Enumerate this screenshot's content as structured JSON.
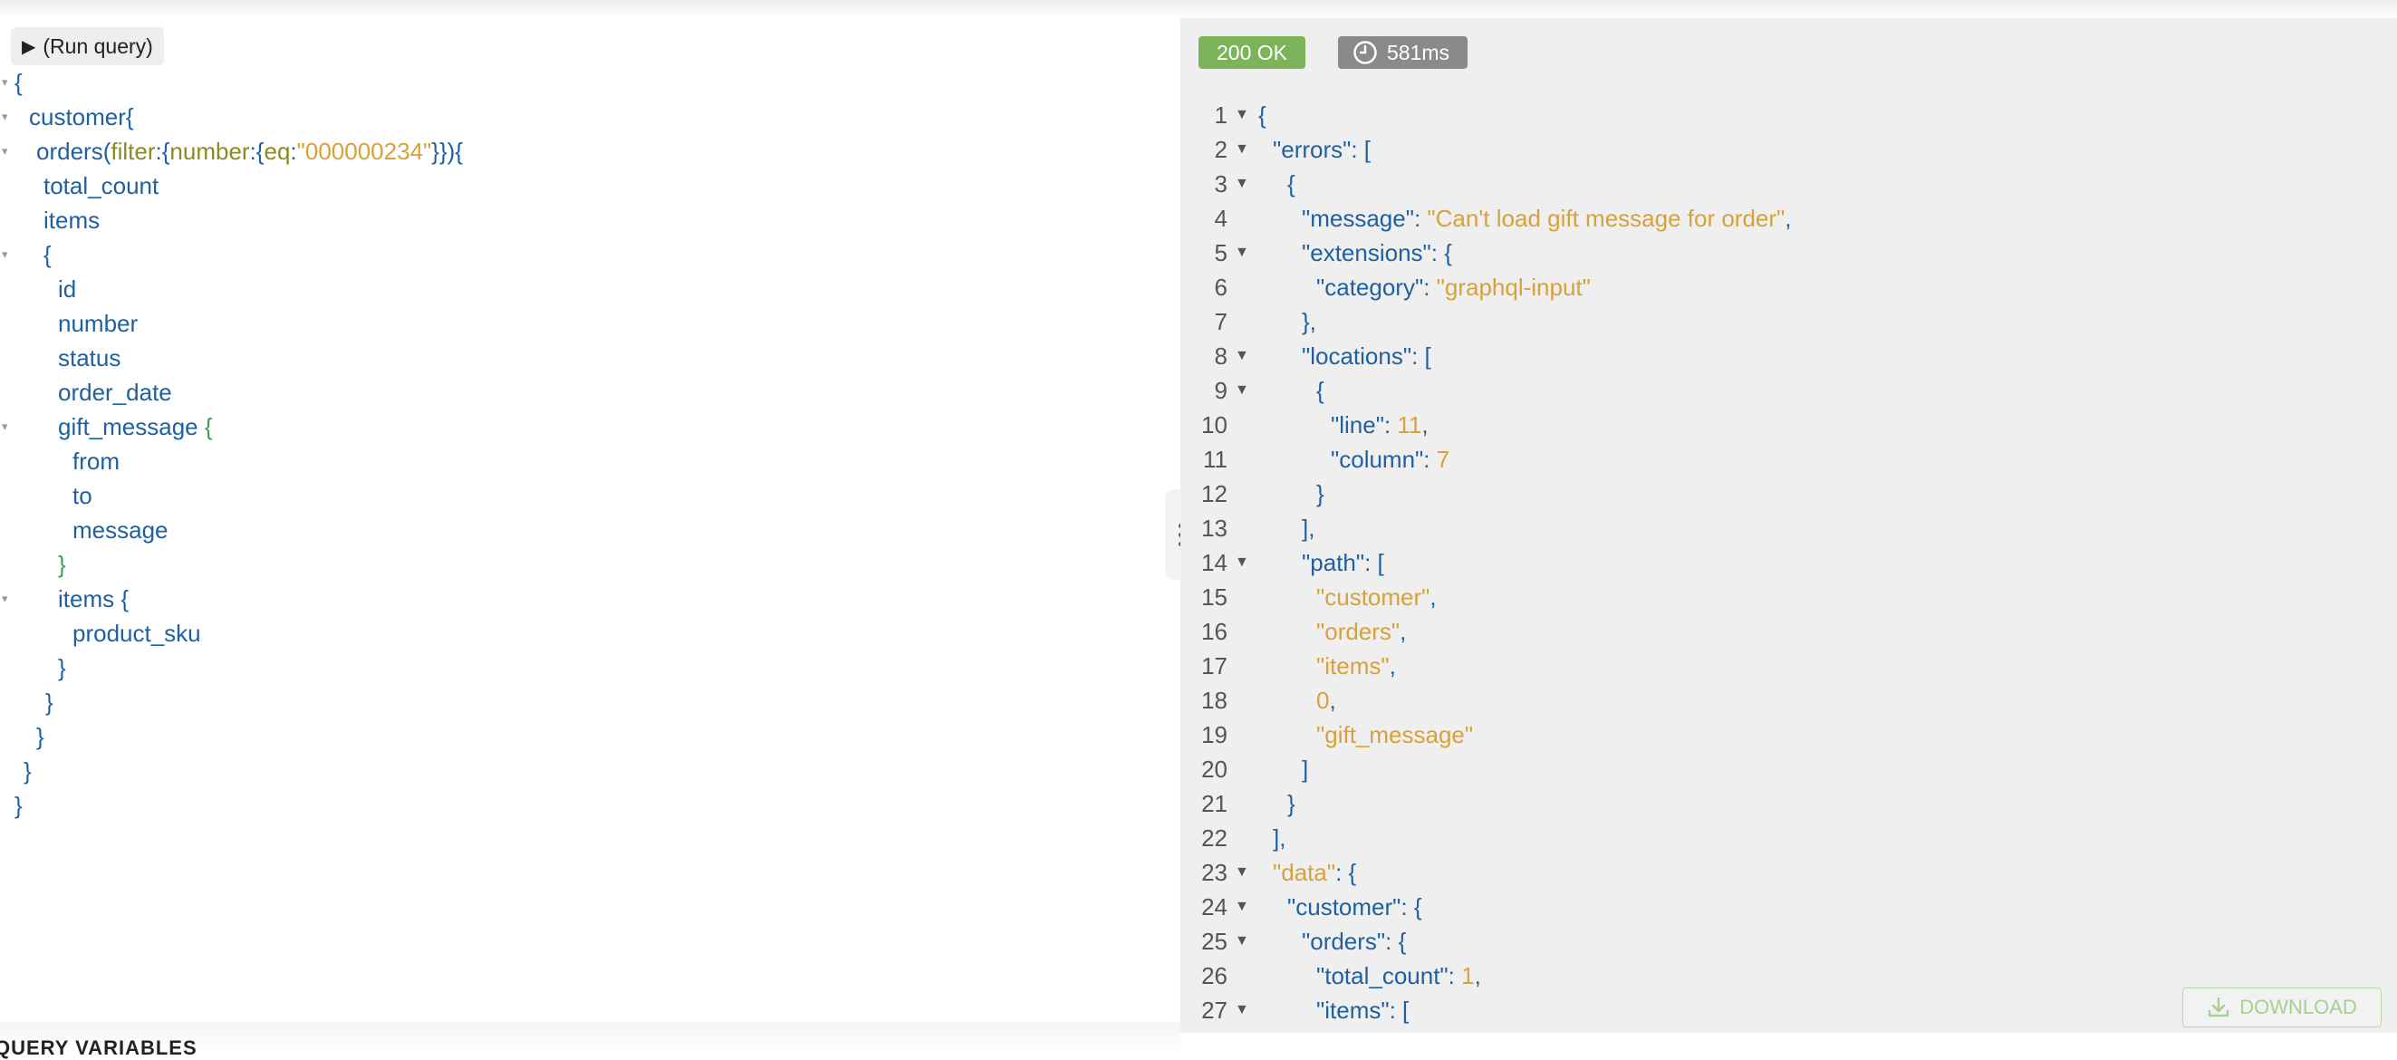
{
  "toolbar": {
    "run_label": "(Run query)"
  },
  "query": {
    "t_open": "{",
    "l1_field": "customer{",
    "l2_field": "orders",
    "l2_paren_open": "(",
    "l2_arg": "filter",
    "l2_colon1": ":{",
    "l2_arg2": "number",
    "l2_colon2": ":{",
    "l2_arg3": "eq",
    "l2_colon3": ":",
    "l2_str": "\"000000234\"",
    "l2_close": "}})",
    "l2_brace": "{",
    "l3": "total_count",
    "l4": "items",
    "l5": "{",
    "l6": "id",
    "l7": "number",
    "l8": "status",
    "l9": "order_date",
    "l10_field": "gift_message ",
    "l10_brace": "{",
    "l11": "from",
    "l12": "to",
    "l13": "message",
    "l14": "}",
    "l15": "items {",
    "l16": "product_sku",
    "l17": "}",
    "l18": "}",
    "l19": "}",
    "l20": "}",
    "l21": "}"
  },
  "variables_label": "QUERY VARIABLES",
  "response": {
    "status": "200 OK",
    "time": "581ms",
    "download_label": "DOWNLOAD",
    "lines": [
      {
        "n": "1",
        "fold": true,
        "indent": 0,
        "parts": [
          [
            "p",
            "{"
          ]
        ]
      },
      {
        "n": "2",
        "fold": true,
        "indent": 1,
        "parts": [
          [
            "k",
            "\"errors\""
          ],
          [
            "p",
            ": ["
          ]
        ]
      },
      {
        "n": "3",
        "fold": true,
        "indent": 2,
        "parts": [
          [
            "p",
            "{"
          ]
        ]
      },
      {
        "n": "4",
        "fold": false,
        "indent": 3,
        "parts": [
          [
            "k",
            "\"message\""
          ],
          [
            "p",
            ": "
          ],
          [
            "s",
            "\"Can't load gift message for order\""
          ],
          [
            "p",
            ","
          ]
        ]
      },
      {
        "n": "5",
        "fold": true,
        "indent": 3,
        "parts": [
          [
            "k",
            "\"extensions\""
          ],
          [
            "p",
            ": {"
          ]
        ]
      },
      {
        "n": "6",
        "fold": false,
        "indent": 4,
        "parts": [
          [
            "k",
            "\"category\""
          ],
          [
            "p",
            ": "
          ],
          [
            "s",
            "\"graphql-input\""
          ]
        ]
      },
      {
        "n": "7",
        "fold": false,
        "indent": 3,
        "parts": [
          [
            "p",
            "},"
          ]
        ]
      },
      {
        "n": "8",
        "fold": true,
        "indent": 3,
        "parts": [
          [
            "k",
            "\"locations\""
          ],
          [
            "p",
            ": ["
          ]
        ]
      },
      {
        "n": "9",
        "fold": true,
        "indent": 4,
        "parts": [
          [
            "p",
            "{"
          ]
        ]
      },
      {
        "n": "10",
        "fold": false,
        "indent": 5,
        "parts": [
          [
            "k",
            "\"line\""
          ],
          [
            "p",
            ": "
          ],
          [
            "s",
            "11"
          ],
          [
            "p",
            ","
          ]
        ]
      },
      {
        "n": "11",
        "fold": false,
        "indent": 5,
        "parts": [
          [
            "k",
            "\"column\""
          ],
          [
            "p",
            ": "
          ],
          [
            "s",
            "7"
          ]
        ]
      },
      {
        "n": "12",
        "fold": false,
        "indent": 4,
        "parts": [
          [
            "p",
            "}"
          ]
        ]
      },
      {
        "n": "13",
        "fold": false,
        "indent": 3,
        "parts": [
          [
            "p",
            "],"
          ]
        ]
      },
      {
        "n": "14",
        "fold": true,
        "indent": 3,
        "parts": [
          [
            "k",
            "\"path\""
          ],
          [
            "p",
            ": ["
          ]
        ]
      },
      {
        "n": "15",
        "fold": false,
        "indent": 4,
        "parts": [
          [
            "s",
            "\"customer\""
          ],
          [
            "p",
            ","
          ]
        ]
      },
      {
        "n": "16",
        "fold": false,
        "indent": 4,
        "parts": [
          [
            "s",
            "\"orders\""
          ],
          [
            "p",
            ","
          ]
        ]
      },
      {
        "n": "17",
        "fold": false,
        "indent": 4,
        "parts": [
          [
            "s",
            "\"items\""
          ],
          [
            "p",
            ","
          ]
        ]
      },
      {
        "n": "18",
        "fold": false,
        "indent": 4,
        "parts": [
          [
            "s",
            "0"
          ],
          [
            "p",
            ","
          ]
        ]
      },
      {
        "n": "19",
        "fold": false,
        "indent": 4,
        "parts": [
          [
            "s",
            "\"gift_message\""
          ]
        ]
      },
      {
        "n": "20",
        "fold": false,
        "indent": 3,
        "parts": [
          [
            "p",
            "]"
          ]
        ]
      },
      {
        "n": "21",
        "fold": false,
        "indent": 2,
        "parts": [
          [
            "p",
            "}"
          ]
        ]
      },
      {
        "n": "22",
        "fold": false,
        "indent": 1,
        "parts": [
          [
            "p",
            "],"
          ]
        ]
      },
      {
        "n": "23",
        "fold": true,
        "indent": 1,
        "parts": [
          [
            "s",
            "\"data\""
          ],
          [
            "p",
            ": {"
          ]
        ]
      },
      {
        "n": "24",
        "fold": true,
        "indent": 2,
        "parts": [
          [
            "k",
            "\"customer\""
          ],
          [
            "p",
            ": {"
          ]
        ]
      },
      {
        "n": "25",
        "fold": true,
        "indent": 3,
        "parts": [
          [
            "k",
            "\"orders\""
          ],
          [
            "p",
            ": {"
          ]
        ]
      },
      {
        "n": "26",
        "fold": false,
        "indent": 4,
        "parts": [
          [
            "k",
            "\"total_count\""
          ],
          [
            "p",
            ": "
          ],
          [
            "s",
            "1"
          ],
          [
            "p",
            ","
          ]
        ]
      },
      {
        "n": "27",
        "fold": true,
        "indent": 4,
        "parts": [
          [
            "k",
            "\"items\""
          ],
          [
            "p",
            ": ["
          ]
        ]
      }
    ]
  }
}
